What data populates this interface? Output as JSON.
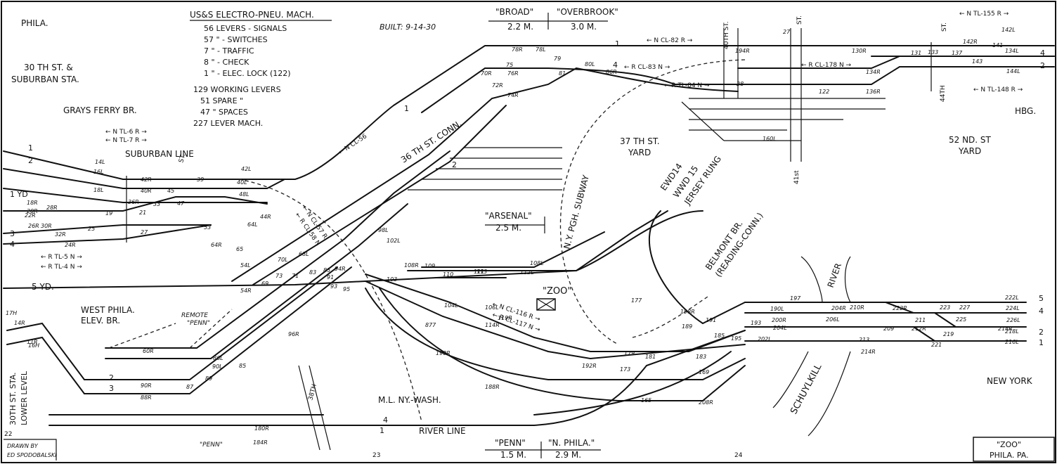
{
  "edge_labels": {
    "phila": "PHILA.",
    "suburban_sta_1": "30 TH ST. &",
    "suburban_sta_2": "SUBURBAN STA.",
    "grays_ferry": "GRAYS FERRY BR.",
    "suburban_line": "SUBURBAN LINE",
    "west_phila_1": "WEST PHILA.",
    "west_phila_2": "ELEV. BR.",
    "lower_level_1": "30TH ST. STA.",
    "lower_level_2": "LOWER LEVEL",
    "hbg": "HBG.",
    "new_york": "NEW YORK",
    "five_yd": "5 YD.",
    "one_yd": "1 YD"
  },
  "machine": {
    "title": "US&S ELECTRO-PNEU. MACH.",
    "built": "BUILT: 9-14-30",
    "rows": [
      "56 LEVERS - SIGNALS",
      "57   \"    - SWITCHES",
      "7    \"    - TRAFFIC",
      "8    \"    - CHECK",
      "1    \"    - ELEC. LOCK (122)",
      "129 WORKING LEVERS",
      "51 SPARE  \"",
      "47   \"   SPACES",
      "227 LEVER MACH."
    ]
  },
  "mileposts": {
    "broad": "\"BROAD\"",
    "broad_dist": "2.2 M.",
    "overbrook": "\"OVERBROOK\"",
    "overbrook_dist": "3.0 M.",
    "arsenal": "\"ARSENAL\"",
    "arsenal_dist": "2.5 M.",
    "penn": "\"PENN\"",
    "penn_dist": "1.5 M.",
    "nphila": "\"N. PHILA.\"",
    "nphila_dist": "2.9 M."
  },
  "places": {
    "thirty_sixth_conn": "36 TH ST. CONN.",
    "thirty_seventh_yard_1": "37 TH ST.",
    "thirty_seventh_yard_2": "YARD",
    "fifty_second_yard_1": "52 ND. ST",
    "fifty_second_yard_2": "YARD",
    "subway": "N.Y. PGH. SUBWAY",
    "ewd": "EWD14",
    "wwd": "WWD 15",
    "jersey_rung": "JERSEY RUNG",
    "belmont_1": "BELMONT BR.",
    "belmont_2": "(READING-CONN.)",
    "river": "RIVER",
    "schuylkill": "SCHUYLKILL",
    "zoo": "\"ZOO\"",
    "ml_ny_wash": "M.L. NY.-WASH.",
    "river_line": "RIVER LINE",
    "remote_penn_1": "REMOTE",
    "remote_penn_2": "\"PENN\"",
    "penn_tower": "\"PENN\"",
    "st_40": "40TH ST.",
    "st_41": "41st",
    "st_44": "44TH",
    "st_thirty_eighth": "38TH",
    "st_short": "ST."
  },
  "routes": {
    "ntl6r": "← N TL-6 R →",
    "ntl7r": "← N TL-7 R →",
    "rtl5n": "← R TL-5 N →",
    "rtl4n": "← R TL-4 N →",
    "ncl56": "← N CL-56",
    "ncl82r": "← N CL-82 R →",
    "rcl83n": "← R CL-83 N →",
    "rtl84n": "← R TL-84 N →",
    "rcl178n": "← R CL-178 N →",
    "ntl155r": "← N TL-155 R →",
    "ntl148r": "← N TL-148 R →",
    "ncl57r": "← N CL-57 R",
    "rcl58n": "← R CL-58 N",
    "ncl116r": "← N CL-116 R →",
    "rcl117n": "← R CL-117 N →"
  },
  "track_numbers": {
    "t1": "1",
    "t2": "2",
    "t3": "3",
    "t4": "4",
    "t5": "5"
  },
  "levers": [
    "78L",
    "78R",
    "79",
    "80L",
    "75",
    "81",
    "76R",
    "86R",
    "70R",
    "72R",
    "74R",
    "14L",
    "16L",
    "18L",
    "18R",
    "20R",
    "22R",
    "28R",
    "30R",
    "32R",
    "24R",
    "26R",
    "42R",
    "40R",
    "36R",
    "19",
    "21",
    "25",
    "27",
    "33",
    "45",
    "47",
    "53",
    "39",
    "40L",
    "42L",
    "48L",
    "44R",
    "64L",
    "64R",
    "65",
    "54L",
    "54R",
    "69",
    "73",
    "68L",
    "70L",
    "71",
    "83",
    "85",
    "91",
    "93",
    "94R",
    "95",
    "96R",
    "98L",
    "102L",
    "103",
    "108L",
    "108R",
    "109",
    "110",
    "111",
    "112L",
    "113",
    "104L",
    "106L",
    "114R",
    "119R",
    "177",
    "179",
    "181",
    "183",
    "173",
    "165",
    "169",
    "192R",
    "190R",
    "188R",
    "208R",
    "194R",
    "27",
    "28",
    "122",
    "130R",
    "134R",
    "136R",
    "131",
    "133",
    "137",
    "141",
    "142L",
    "142R",
    "134L",
    "143",
    "144L",
    "160L",
    "191",
    "193",
    "189",
    "185",
    "195",
    "198R",
    "197",
    "190L",
    "200R",
    "202L",
    "204L",
    "204R",
    "206L",
    "210R",
    "212R",
    "209",
    "211",
    "213",
    "214R",
    "216L",
    "218L",
    "218R",
    "219",
    "221",
    "222L",
    "222R",
    "223",
    "224L",
    "225",
    "227",
    "226L",
    "90R",
    "88R",
    "87",
    "89",
    "90L",
    "86L",
    "85",
    "60R",
    "180R",
    "184R",
    "11R",
    "14R",
    "16H",
    "17H",
    "877"
  ],
  "credits": {
    "drawn_by": "DRAWN BY",
    "author": "ED SPODOBALSKI",
    "page22": "22",
    "page23": "23",
    "page24": "24",
    "title_box_1": "\"ZOO\"",
    "title_box_2": "PHILA. PA."
  }
}
